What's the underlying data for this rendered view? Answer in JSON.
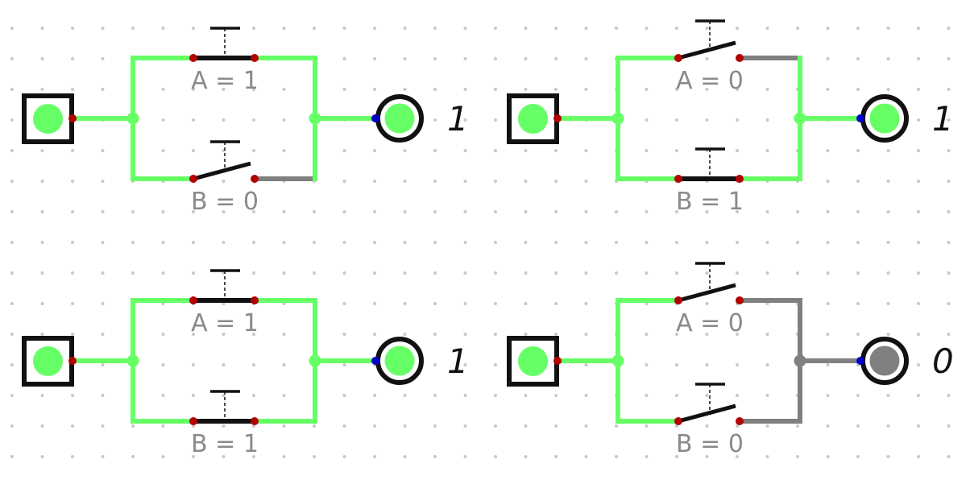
{
  "colors": {
    "live_wire": "#66ff66",
    "dead_wire": "#808080",
    "switch_bar": "#111111",
    "terminal": "#b30000",
    "output_pin": "#0000cc",
    "label": "#8a8a8a",
    "grid_dot": "#c8c8c8",
    "source_fill": "#66ff66",
    "lamp_on": "#66ff66",
    "lamp_off": "#808080"
  },
  "circuits": [
    {
      "switch_a": {
        "label": "A = 1",
        "closed": true
      },
      "switch_b": {
        "label": "B = 0",
        "closed": false
      },
      "output": {
        "value": "1",
        "lit": true
      }
    },
    {
      "switch_a": {
        "label": "A = 0",
        "closed": false
      },
      "switch_b": {
        "label": "B = 1",
        "closed": true
      },
      "output": {
        "value": "1",
        "lit": true
      }
    },
    {
      "switch_a": {
        "label": "A = 1",
        "closed": true
      },
      "switch_b": {
        "label": "B = 1",
        "closed": true
      },
      "output": {
        "value": "1",
        "lit": true
      }
    },
    {
      "switch_a": {
        "label": "A = 0",
        "closed": false
      },
      "switch_b": {
        "label": "B = 0",
        "closed": false
      },
      "output": {
        "value": "0",
        "lit": false
      }
    }
  ]
}
